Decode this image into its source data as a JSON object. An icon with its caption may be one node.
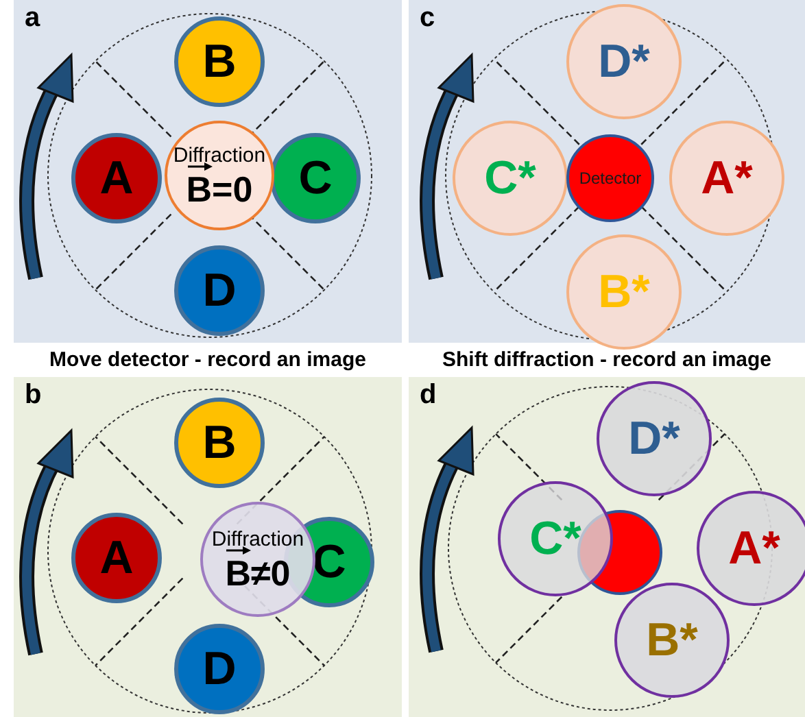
{
  "diagram": {
    "nodes": [
      {
        "text": [
          "a"
        ],
        "beside": [
          "Move detector - record an image"
        ]
      },
      {
        "text": [
          "B"
        ],
        "in": 0
      },
      {
        "text": [
          "A"
        ],
        "in": 0
      },
      {
        "text": [
          "C"
        ],
        "in": 0
      },
      {
        "text": [
          "D"
        ],
        "in": 0
      },
      {
        "text": [
          "Diffraction",
          "B=0"
        ],
        "in": 0
      },
      {
        "text": [
          "c"
        ],
        "beside": [
          "Shift diffraction - record an image"
        ]
      },
      {
        "text": [
          "D*"
        ],
        "in": 6
      },
      {
        "text": [
          "C*"
        ],
        "in": 6
      },
      {
        "text": [
          "Detector"
        ],
        "in": 6
      },
      {
        "text": [
          "A*"
        ],
        "in": 6
      },
      {
        "text": [
          "B*"
        ],
        "in": 6
      },
      {
        "text": [
          "b"
        ]
      },
      {
        "text": [
          "B"
        ],
        "in": 12
      },
      {
        "text": [
          "A"
        ],
        "in": 12
      },
      {
        "text": [
          "Diffraction",
          "B≠0"
        ],
        "in": 12
      },
      {
        "text": [
          "C"
        ],
        "in": 12
      },
      {
        "text": [
          "D"
        ],
        "in": 12
      },
      {
        "text": [
          "d"
        ]
      },
      {
        "text": [
          "D*"
        ],
        "in": 18
      },
      {
        "text": [
          "C*"
        ],
        "in": 18
      },
      {
        "text": [],
        "shape": "circle",
        "in": 18
      },
      {
        "text": [
          "A*"
        ],
        "in": 18
      },
      {
        "text": [
          "B*"
        ],
        "in": 18
      }
    ]
  }
}
